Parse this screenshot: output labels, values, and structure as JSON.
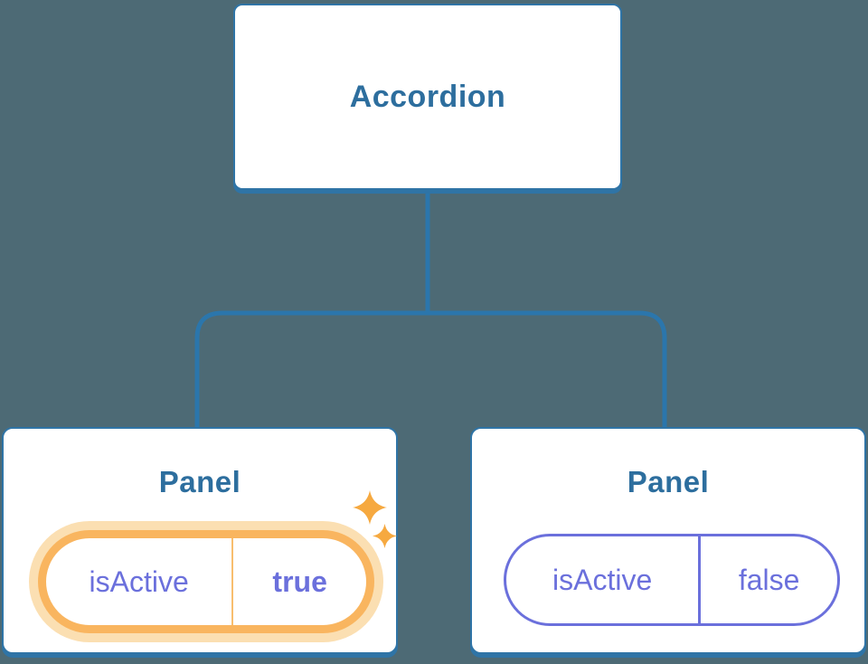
{
  "tree": {
    "root": {
      "label": "Accordion"
    },
    "panels": [
      {
        "title": "Panel",
        "state_key": "isActive",
        "state_value": "true",
        "highlighted": true
      },
      {
        "title": "Panel",
        "state_key": "isActive",
        "state_value": "false",
        "highlighted": false
      }
    ]
  },
  "colors": {
    "background": "#4D6A75",
    "connector_blue": "#2B76AC",
    "node_border_blue": "#2F74A6",
    "title_text_blue": "#2D6E9E",
    "state_text_purple": "#6B70DC",
    "state_value_active_purple": "#5157CE",
    "highlight_ring_orange": "#F9B55F",
    "highlight_halo_orange": "#FBDFB2",
    "sparkle_orange": "#F6A940"
  }
}
